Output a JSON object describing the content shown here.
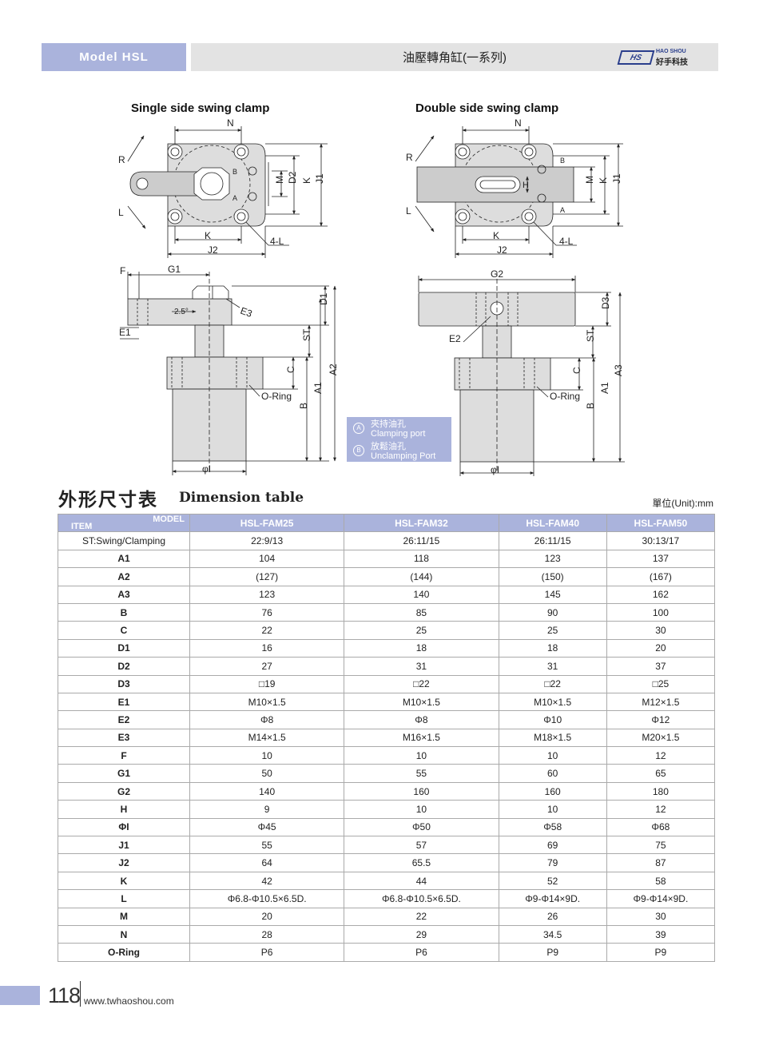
{
  "header": {
    "model_label": "Model HSL",
    "title": "油壓轉角缸(一系列)",
    "logo_mark": "HS",
    "logo_en": "HAO SHOU",
    "logo_cn": "好手科技"
  },
  "drawings": {
    "single_title": "Single side swing clamp",
    "double_title": "Double side swing clamp",
    "labels": {
      "N": "N",
      "R": "R",
      "L": "L",
      "M": "M",
      "K": "K",
      "D2": "D2",
      "J1": "J1",
      "J2": "J2",
      "four_L": "4-L",
      "F": "F",
      "G1": "G1",
      "G2": "G2",
      "angle": "2.5°",
      "E3": "E3",
      "D1": "D1",
      "D3": "D3",
      "E1": "E1",
      "E2": "E2",
      "ST": "ST",
      "C": "C",
      "A1": "A1",
      "A2": "A2",
      "A3": "A3",
      "B": "B",
      "H": "H",
      "o_ring": "O-Ring",
      "phi_I": "φI",
      "port_A": "A",
      "port_B": "B"
    },
    "legend": {
      "a_mark": "A",
      "a_cn": "夾持油孔",
      "a_en": "Clamping port",
      "b_mark": "B",
      "b_cn": "放鬆油孔",
      "b_en": "Unclamping Port"
    }
  },
  "table": {
    "title_cn": "外形尺寸表",
    "title_en": "Dimension table",
    "unit": "單位(Unit):mm",
    "corner_model": "MODEL",
    "corner_item": "ITEM",
    "columns": [
      "HSL-FAM25",
      "HSL-FAM32",
      "HSL-FAM40",
      "HSL-FAM50"
    ],
    "rows": [
      {
        "item": "ST:Swing/Clamping",
        "values": [
          "22:9/13",
          "26:11/15",
          "26:11/15",
          "30:13/17"
        ]
      },
      {
        "item": "A1",
        "values": [
          "104",
          "118",
          "123",
          "137"
        ]
      },
      {
        "item": "A2",
        "values": [
          "(127)",
          "(144)",
          "(150)",
          "(167)"
        ]
      },
      {
        "item": "A3",
        "values": [
          "123",
          "140",
          "145",
          "162"
        ]
      },
      {
        "item": "B",
        "values": [
          "76",
          "85",
          "90",
          "100"
        ]
      },
      {
        "item": "C",
        "values": [
          "22",
          "25",
          "25",
          "30"
        ]
      },
      {
        "item": "D1",
        "values": [
          "16",
          "18",
          "18",
          "20"
        ]
      },
      {
        "item": "D2",
        "values": [
          "27",
          "31",
          "31",
          "37"
        ]
      },
      {
        "item": "D3",
        "values": [
          "□19",
          "□22",
          "□22",
          "□25"
        ]
      },
      {
        "item": "E1",
        "values": [
          "M10×1.5",
          "M10×1.5",
          "M10×1.5",
          "M12×1.5"
        ]
      },
      {
        "item": "E2",
        "values": [
          "Φ8",
          "Φ8",
          "Φ10",
          "Φ12"
        ]
      },
      {
        "item": "E3",
        "values": [
          "M14×1.5",
          "M16×1.5",
          "M18×1.5",
          "M20×1.5"
        ]
      },
      {
        "item": "F",
        "values": [
          "10",
          "10",
          "10",
          "12"
        ]
      },
      {
        "item": "G1",
        "values": [
          "50",
          "55",
          "60",
          "65"
        ]
      },
      {
        "item": "G2",
        "values": [
          "140",
          "160",
          "160",
          "180"
        ]
      },
      {
        "item": "H",
        "values": [
          "9",
          "10",
          "10",
          "12"
        ]
      },
      {
        "item": "ΦI",
        "values": [
          "Φ45",
          "Φ50",
          "Φ58",
          "Φ68"
        ]
      },
      {
        "item": "J1",
        "values": [
          "55",
          "57",
          "69",
          "75"
        ]
      },
      {
        "item": "J2",
        "values": [
          "64",
          "65.5",
          "79",
          "87"
        ]
      },
      {
        "item": "K",
        "values": [
          "42",
          "44",
          "52",
          "58"
        ]
      },
      {
        "item": "L",
        "values": [
          "Φ6.8-Φ10.5×6.5D.",
          "Φ6.8-Φ10.5×6.5D.",
          "Φ9-Φ14×9D.",
          "Φ9-Φ14×9D."
        ]
      },
      {
        "item": "M",
        "values": [
          "20",
          "22",
          "26",
          "30"
        ]
      },
      {
        "item": "N",
        "values": [
          "28",
          "29",
          "34.5",
          "39"
        ]
      },
      {
        "item": "O-Ring",
        "values": [
          "P6",
          "P6",
          "P9",
          "P9"
        ]
      }
    ]
  },
  "footer": {
    "page_number": "118",
    "url": "www.twhaoshou.com"
  },
  "colors": {
    "accent": "#aab3dc",
    "header_gray": "#e3e3e3",
    "part_fill": "#dddddd"
  }
}
